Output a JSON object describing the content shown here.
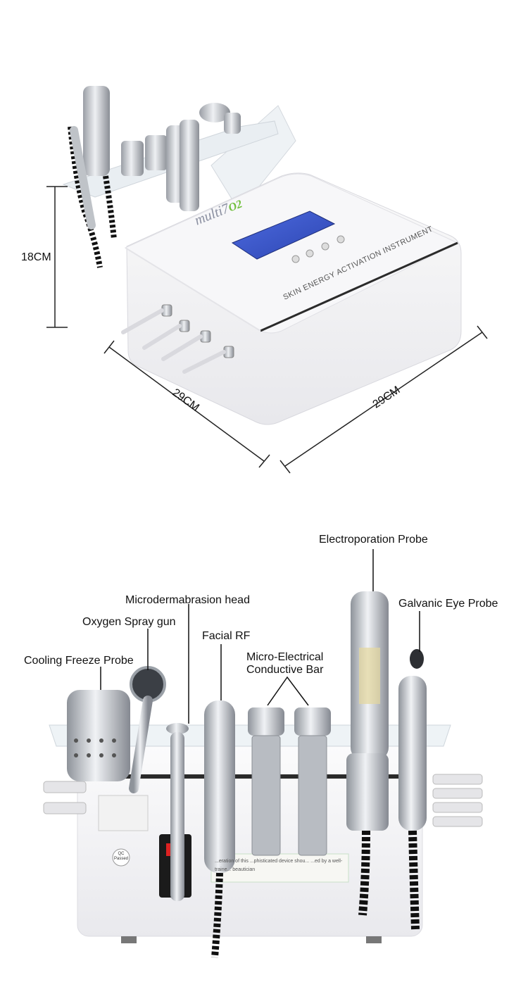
{
  "dimensions": {
    "height": "18CM",
    "width_front": "29CM",
    "depth": "29CM"
  },
  "device": {
    "brand": "multi7",
    "brand_sup": "O2",
    "panel_text": "SKIN ENERGY ACTIVATION INSTRUMENT",
    "back_notice": "...eration of this ...phisticated device shou... ...ed by a well-traine... beautician",
    "rating_label": "QC Passed"
  },
  "labels": {
    "electroporation": "Electroporation Probe",
    "microderm": "Microdermabrasion head",
    "galvanic": "Galvanic Eye Probe",
    "oxygen": "Oxygen Spray gun",
    "facial_rf": "Facial RF",
    "cooling": "Cooling Freeze Probe",
    "micro_electrical_line1": "Micro-Electrical",
    "micro_electrical_line2": "Conductive Bar"
  },
  "colors": {
    "screen": "#3a56c8",
    "accent_green": "#6fbf3b",
    "metal": "#c9ccd1",
    "body": "#f4f4f6"
  }
}
